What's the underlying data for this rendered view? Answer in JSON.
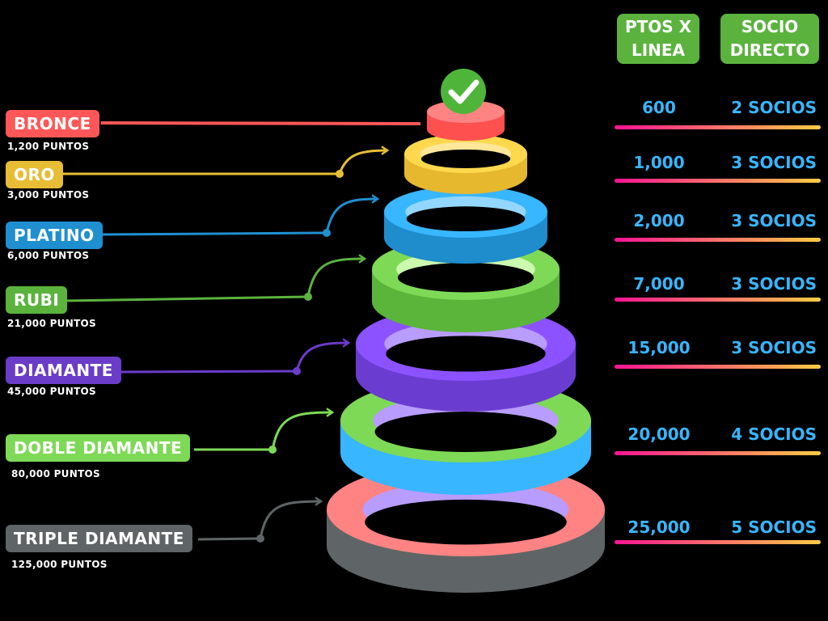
{
  "headers": {
    "points_per_line": "PTOS X\nLINEA",
    "direct_partner": "SOCIO\nDIRECTO"
  },
  "levels": [
    {
      "name": "BRONCE",
      "points": "1,200 PUNTOS",
      "line_points": "600",
      "partners": "2 SOCIOS",
      "color": "#ff5757"
    },
    {
      "name": "ORO",
      "points": "3,000 PUNTOS",
      "line_points": "1,000",
      "partners": "3 SOCIOS",
      "color": "#e6bd35"
    },
    {
      "name": "PLATINO",
      "points": "6,000 PUNTOS",
      "line_points": "2,000",
      "partners": "3 SOCIOS",
      "color": "#1f8fd0"
    },
    {
      "name": "RUBI",
      "points": "21,000 PUNTOS",
      "line_points": "7,000",
      "partners": "3 SOCIOS",
      "color": "#5bb33e"
    },
    {
      "name": "DIAMANTE",
      "points": "45,000 PUNTOS",
      "line_points": "15,000",
      "partners": "3 SOCIOS",
      "color": "#6a3cc8"
    },
    {
      "name": "DOBLE DIAMANTE",
      "points": "80,000 PUNTOS",
      "line_points": "20,000",
      "partners": "4 SOCIOS",
      "color": "#7ed957"
    },
    {
      "name": "TRIPLE DIAMANTE",
      "points": "125,000 PUNTOS",
      "line_points": "25,000",
      "partners": "5 SOCIOS",
      "color": "#5f6566"
    }
  ]
}
